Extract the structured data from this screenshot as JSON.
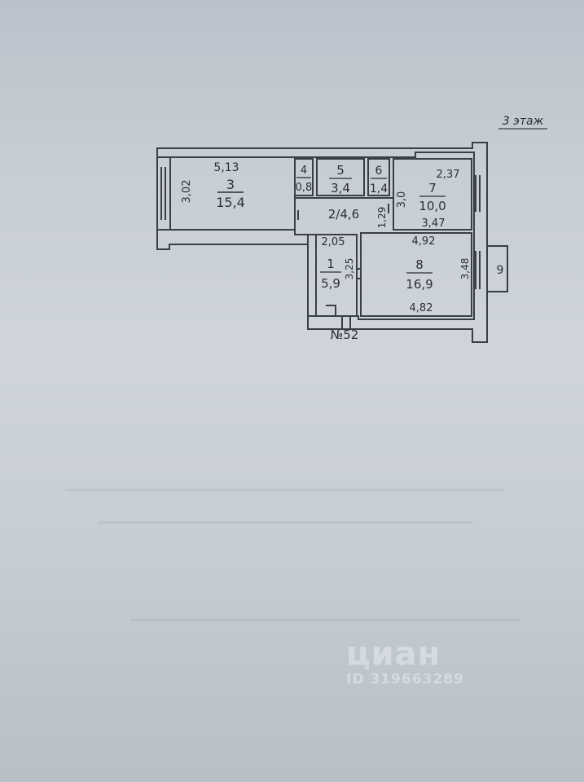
{
  "floor_label": "3 этаж",
  "apartment_label": "№52",
  "rooms": [
    {
      "id": "r3",
      "number": "3",
      "area": "15,4",
      "width": "5,13",
      "depth": "3,02"
    },
    {
      "id": "r4",
      "number": "4",
      "area": "0,8"
    },
    {
      "id": "r5",
      "number": "5",
      "area": "3,4"
    },
    {
      "id": "r6",
      "number": "6",
      "area": "1,4"
    },
    {
      "id": "r7",
      "number": "7",
      "area": "10,0",
      "top": "2,37",
      "bottom": "3,47",
      "side": "3,0"
    },
    {
      "id": "r2",
      "label": "2/4,6",
      "side": "1,29"
    },
    {
      "id": "r1",
      "number": "1",
      "area": "5,9",
      "top": "2,05",
      "side": "3,25"
    },
    {
      "id": "r8",
      "number": "8",
      "area": "16,9",
      "top": "4,92",
      "bottom": "4,82",
      "side": "3,48"
    },
    {
      "id": "r9",
      "number": "9"
    }
  ],
  "watermark": {
    "logo": "циан",
    "id": "ID 319663289"
  }
}
